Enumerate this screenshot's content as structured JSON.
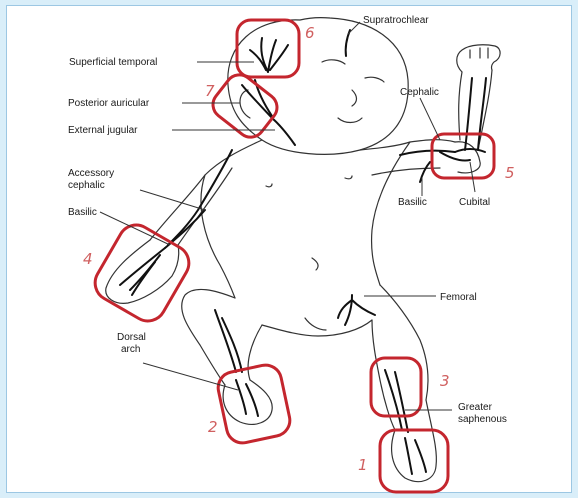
{
  "colors": {
    "site_box": "#c4262e",
    "number": "#d06060",
    "outline": "#333333",
    "vein": "#111111",
    "background": "#d9eef9"
  },
  "labels": {
    "supratrochlear": "Supratrochlear",
    "superficial_temporal": "Superficial temporal",
    "posterior_auricular": "Posterior auricular",
    "external_jugular": "External jugular",
    "cephalic": "Cephalic",
    "accessory_cephalic_1": "Accessory",
    "accessory_cephalic_2": "cephalic",
    "basilic_left": "Basilic",
    "basilic_right": "Basilic",
    "cubital": "Cubital",
    "femoral": "Femoral",
    "dorsal_arch_1": "Dorsal",
    "dorsal_arch_2": "arch",
    "greater_saphenous_1": "Greater",
    "greater_saphenous_2": "saphenous"
  },
  "site_numbers": {
    "one": "1",
    "two": "2",
    "three": "3",
    "four": "4",
    "five": "5",
    "six": "6",
    "seven": "7"
  }
}
